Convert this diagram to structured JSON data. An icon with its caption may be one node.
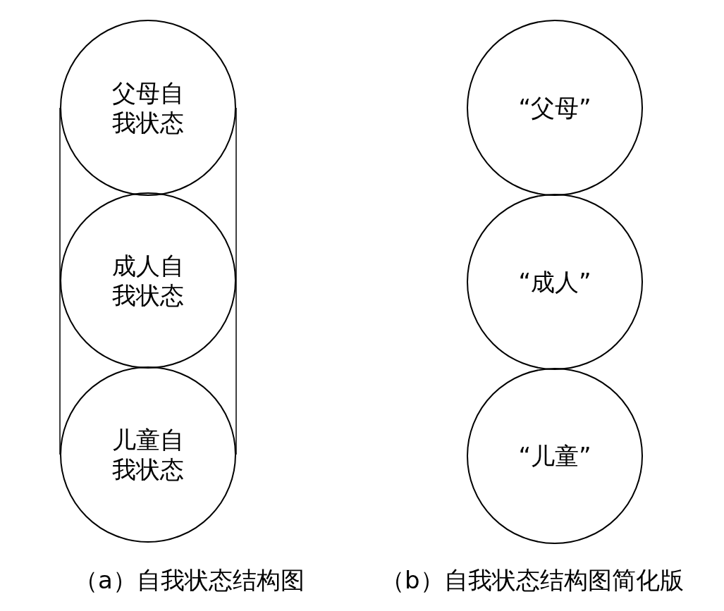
{
  "diagram": {
    "nodes": [
      {
        "text": [
          "父母自我状态"
        ]
      },
      {
        "text": [
          "成人自我状态"
        ]
      },
      {
        "text": [
          "儿童自我状态"
        ]
      },
      {
        "text": [
          "“父母”"
        ]
      },
      {
        "text": [
          "“成人”"
        ]
      },
      {
        "text": [
          "“儿童”"
        ]
      }
    ],
    "labels": [
      "（a）自我状态结构图",
      "（b）自我状态结构图简化版"
    ]
  }
}
